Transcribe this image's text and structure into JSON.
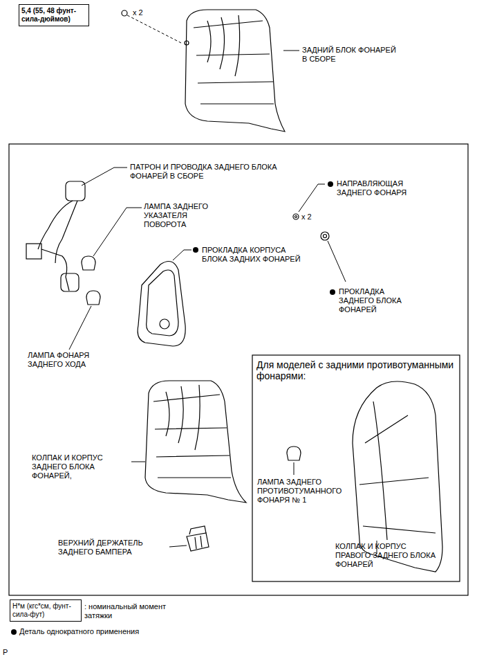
{
  "diagram": {
    "nodes": [
      {
        "text": [
          "5,4 (55, 48 фунт-сила-дюймов)"
        ]
      },
      {
        "text": [
          "Для моделей с задними противотуманными фонарями:"
        ]
      },
      {
        "text": [
          "Н*м (кгс*см, фунт-сила-фут)"
        ]
      }
    ],
    "labels": [
      "x 2",
      "ЗАДНИЙ БЛОК ФОНАРЕЙ В СБОРЕ",
      "ПАТРОН И ПРОВОДКА ЗАДНЕГО БЛОКА ФОНАРЕЙ В СБОРЕ",
      "ЛАМПА ЗАДНЕГО УКАЗАТЕЛЯ ПОВОРОТА",
      "ПРОКЛАДКА КОРПУСА БЛОКА ЗАДНИХ ФОНАРЕЙ",
      "НАПРАВЛЯЮЩАЯ ЗАДНЕГО ФОНАРЯ",
      "x 2",
      "ПРОКЛАДКА ЗАДНЕГО БЛОКА ФОНАРЕЙ",
      "ЛАМПА ФОНАРЯ ЗАДНЕГО ХОДА",
      "КОЛПАК И КОРПУС ЗАДНЕГО БЛОКА ФОНАРЕЙ,",
      "ВЕРХНИЙ ДЕРЖАТЕЛЬ ЗАДНЕГО БАМПЕРА",
      "ЛАМПА ЗАДНЕГО ПРОТИВОТУМАННОГО ФОНАРЯ № 1",
      "КОЛПАК И КОРПУС ПРАВОГО ЗАДНЕГО БЛОКА ФОНАРЕЙ",
      "P"
    ],
    "legend": [
      {
        "text": ": номинальный момент затяжки"
      },
      {
        "text": "Деталь однократного применения"
      }
    ]
  }
}
